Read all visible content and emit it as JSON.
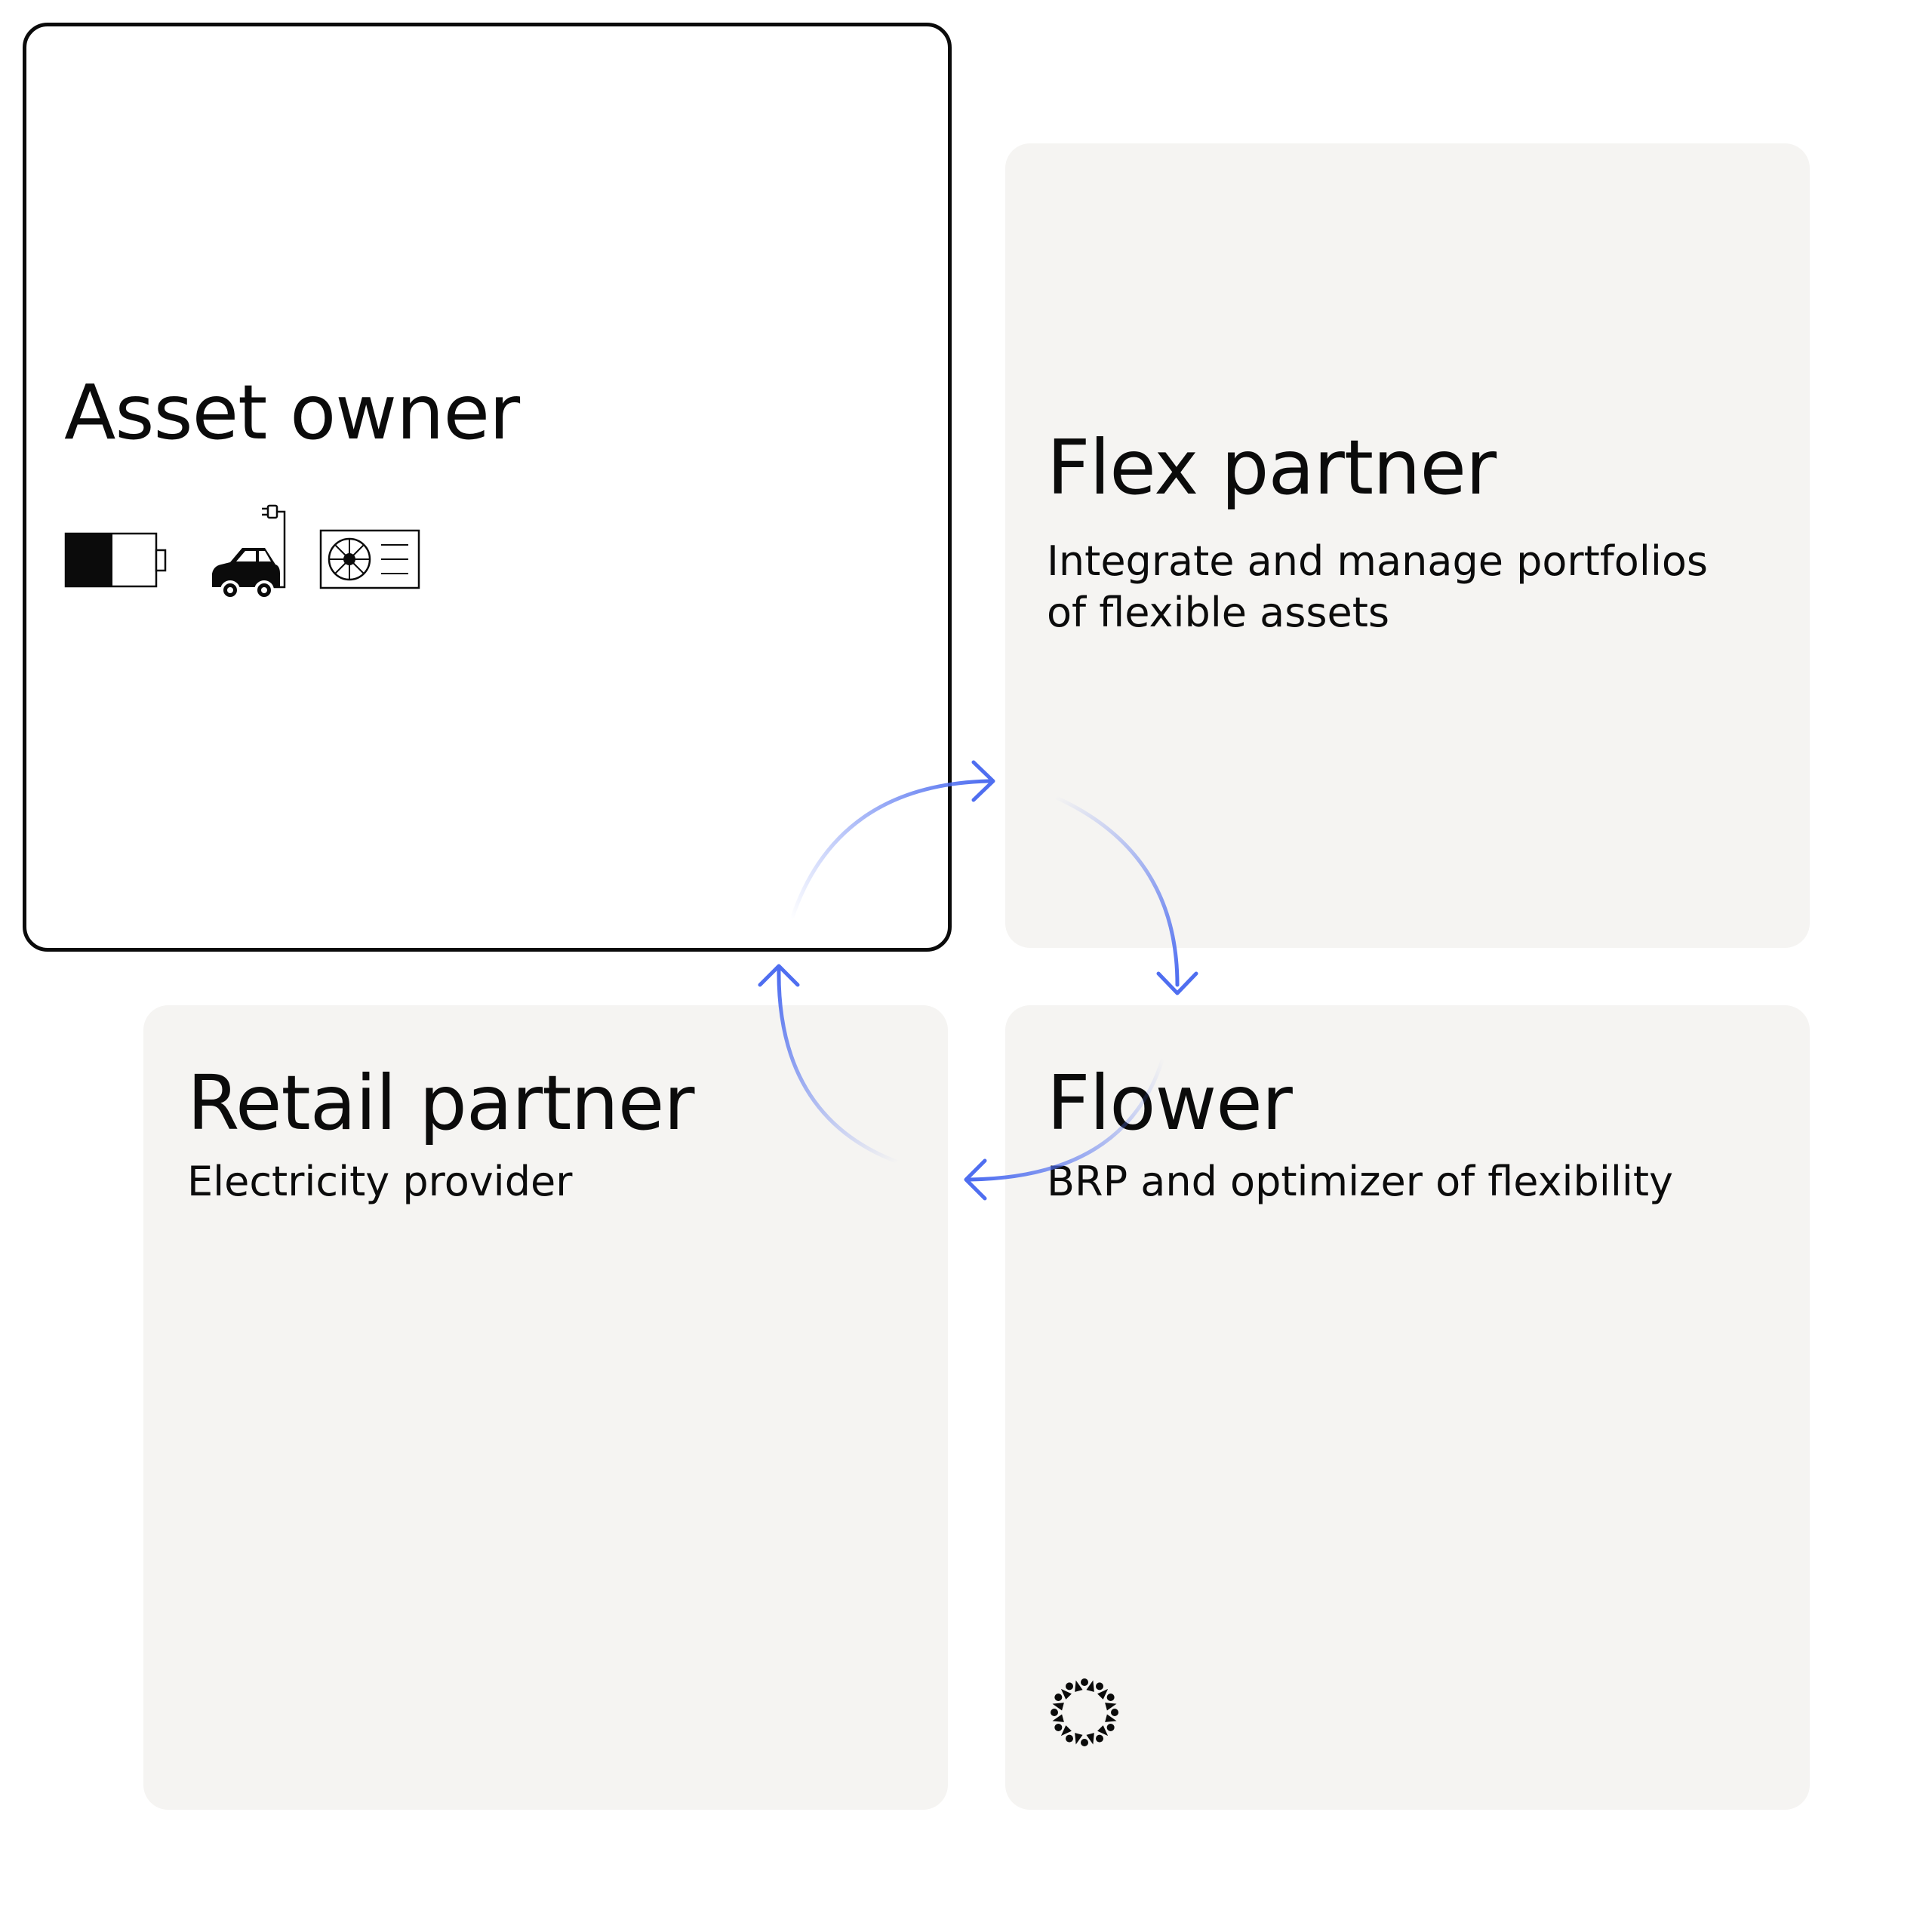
{
  "cards": {
    "asset_owner": {
      "title": "Asset owner",
      "icons": [
        "battery-icon",
        "ev-charging-car-icon",
        "heat-pump-icon"
      ]
    },
    "flex_partner": {
      "title": "Flex partner",
      "subtitle_line1": "Integrate and manage portfolios",
      "subtitle_line2": "of flexible assets"
    },
    "retail_partner": {
      "title": "Retail partner",
      "subtitle": "Electricity provider"
    },
    "flower": {
      "title": "Flower",
      "subtitle": "BRP and optimizer of flexibility",
      "logo_icon": "flower-logo-icon"
    }
  },
  "colors": {
    "arrow": "#4f6ef0",
    "card_background": "#f5f4f2",
    "text": "#0b0b0b"
  }
}
